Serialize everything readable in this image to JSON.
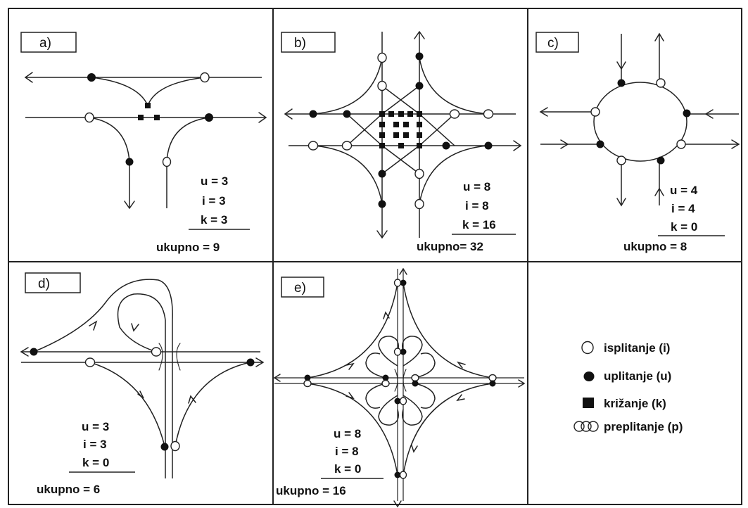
{
  "panels": {
    "a": {
      "label": "a)",
      "u": "u = 3",
      "i": "i = 3",
      "k": "k = 3",
      "total": "ukupno = 9"
    },
    "b": {
      "label": "b)",
      "u": "u = 8",
      "i": "i = 8",
      "k": "k = 16",
      "total": "ukupno= 32"
    },
    "c": {
      "label": "c)",
      "u": "u = 4",
      "i": "i = 4",
      "k": "k = 0",
      "total": "ukupno = 8"
    },
    "d": {
      "label": "d)",
      "u": "u = 3",
      "i": "i = 3",
      "k": "k = 0",
      "total": "ukupno = 6"
    },
    "e": {
      "label": "e)",
      "u": "u = 8",
      "i": "i = 8",
      "k": "k = 0",
      "total": "ukupno = 16"
    }
  },
  "legend": {
    "isplitanje": "isplitanje (i)",
    "uplitanje": "uplitanje (u)",
    "krizanje": "križanje (k)",
    "preplitanje": "preplitanje (p)"
  }
}
